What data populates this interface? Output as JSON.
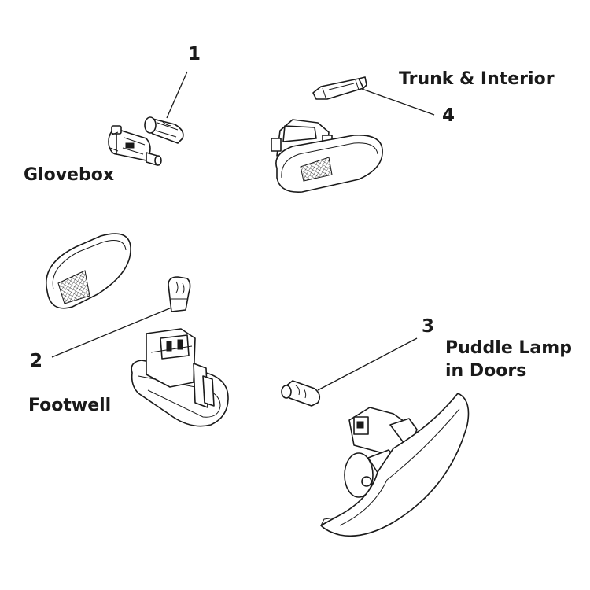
{
  "callouts": {
    "n1": "1",
    "n2": "2",
    "n3": "3",
    "n4": "4"
  },
  "captions": {
    "glovebox": "Glovebox",
    "trunk_interior": "Trunk & Interior",
    "footwell": "Footwell",
    "puddle_lamp_line1": "Puddle Lamp",
    "puddle_lamp_line2": "in Doors"
  }
}
